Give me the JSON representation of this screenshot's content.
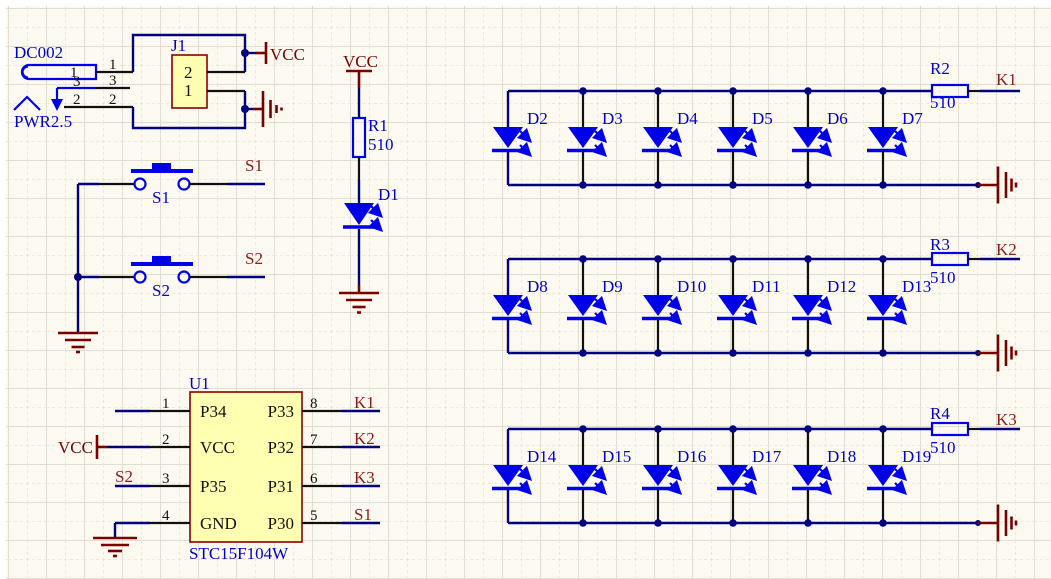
{
  "colors": {
    "background": "#FCFAF0",
    "grid_major": "#E2DDD0",
    "grid_minor": "#EBE7DB",
    "wire": "#000080",
    "component": "#0000E8",
    "designator_text": "#0000C8",
    "pin_text": "#101010",
    "net_label": "#8B1A1A",
    "power_symbol": "#7A0000",
    "part_body_fill": "#FFFFB2",
    "part_body_border": "#8B0000"
  },
  "power_jack": {
    "label": "DC002",
    "sublabel": "PWR2.5",
    "pins_inner": [
      "1",
      "3",
      "2"
    ],
    "pins_outer": [
      "1",
      "3",
      "2"
    ]
  },
  "jumper": {
    "designator": "J1",
    "pin_top": "2",
    "pin_bottom": "1",
    "vcc_label": "VCC"
  },
  "indicator": {
    "vcc_label": "VCC",
    "resistor": {
      "designator": "R1",
      "value": "510"
    },
    "led": {
      "designator": "D1"
    }
  },
  "switches": [
    {
      "designator": "S1",
      "net": "S1"
    },
    {
      "designator": "S2",
      "net": "S2"
    }
  ],
  "mcu": {
    "designator": "U1",
    "part_number": "STC15F104W",
    "vcc_label": "VCC",
    "left_pins": [
      {
        "number": "1",
        "name": "P34",
        "net": ""
      },
      {
        "number": "2",
        "name": "VCC",
        "net": "VCC"
      },
      {
        "number": "3",
        "name": "P35",
        "net": "S2"
      },
      {
        "number": "4",
        "name": "GND",
        "net": ""
      }
    ],
    "right_pins": [
      {
        "number": "8",
        "name": "P33",
        "net": "K1"
      },
      {
        "number": "7",
        "name": "P32",
        "net": "K2"
      },
      {
        "number": "6",
        "name": "P31",
        "net": "K3"
      },
      {
        "number": "5",
        "name": "P30",
        "net": "S1"
      }
    ]
  },
  "led_banks": [
    {
      "resistor": {
        "designator": "R2",
        "value": "510"
      },
      "net": "K1",
      "leds": [
        "D2",
        "D3",
        "D4",
        "D5",
        "D6",
        "D7"
      ]
    },
    {
      "resistor": {
        "designator": "R3",
        "value": "510"
      },
      "net": "K2",
      "leds": [
        "D8",
        "D9",
        "D10",
        "D11",
        "D12",
        "D13"
      ]
    },
    {
      "resistor": {
        "designator": "R4",
        "value": "510"
      },
      "net": "K3",
      "leds": [
        "D14",
        "D15",
        "D16",
        "D17",
        "D18",
        "D19"
      ]
    }
  ]
}
